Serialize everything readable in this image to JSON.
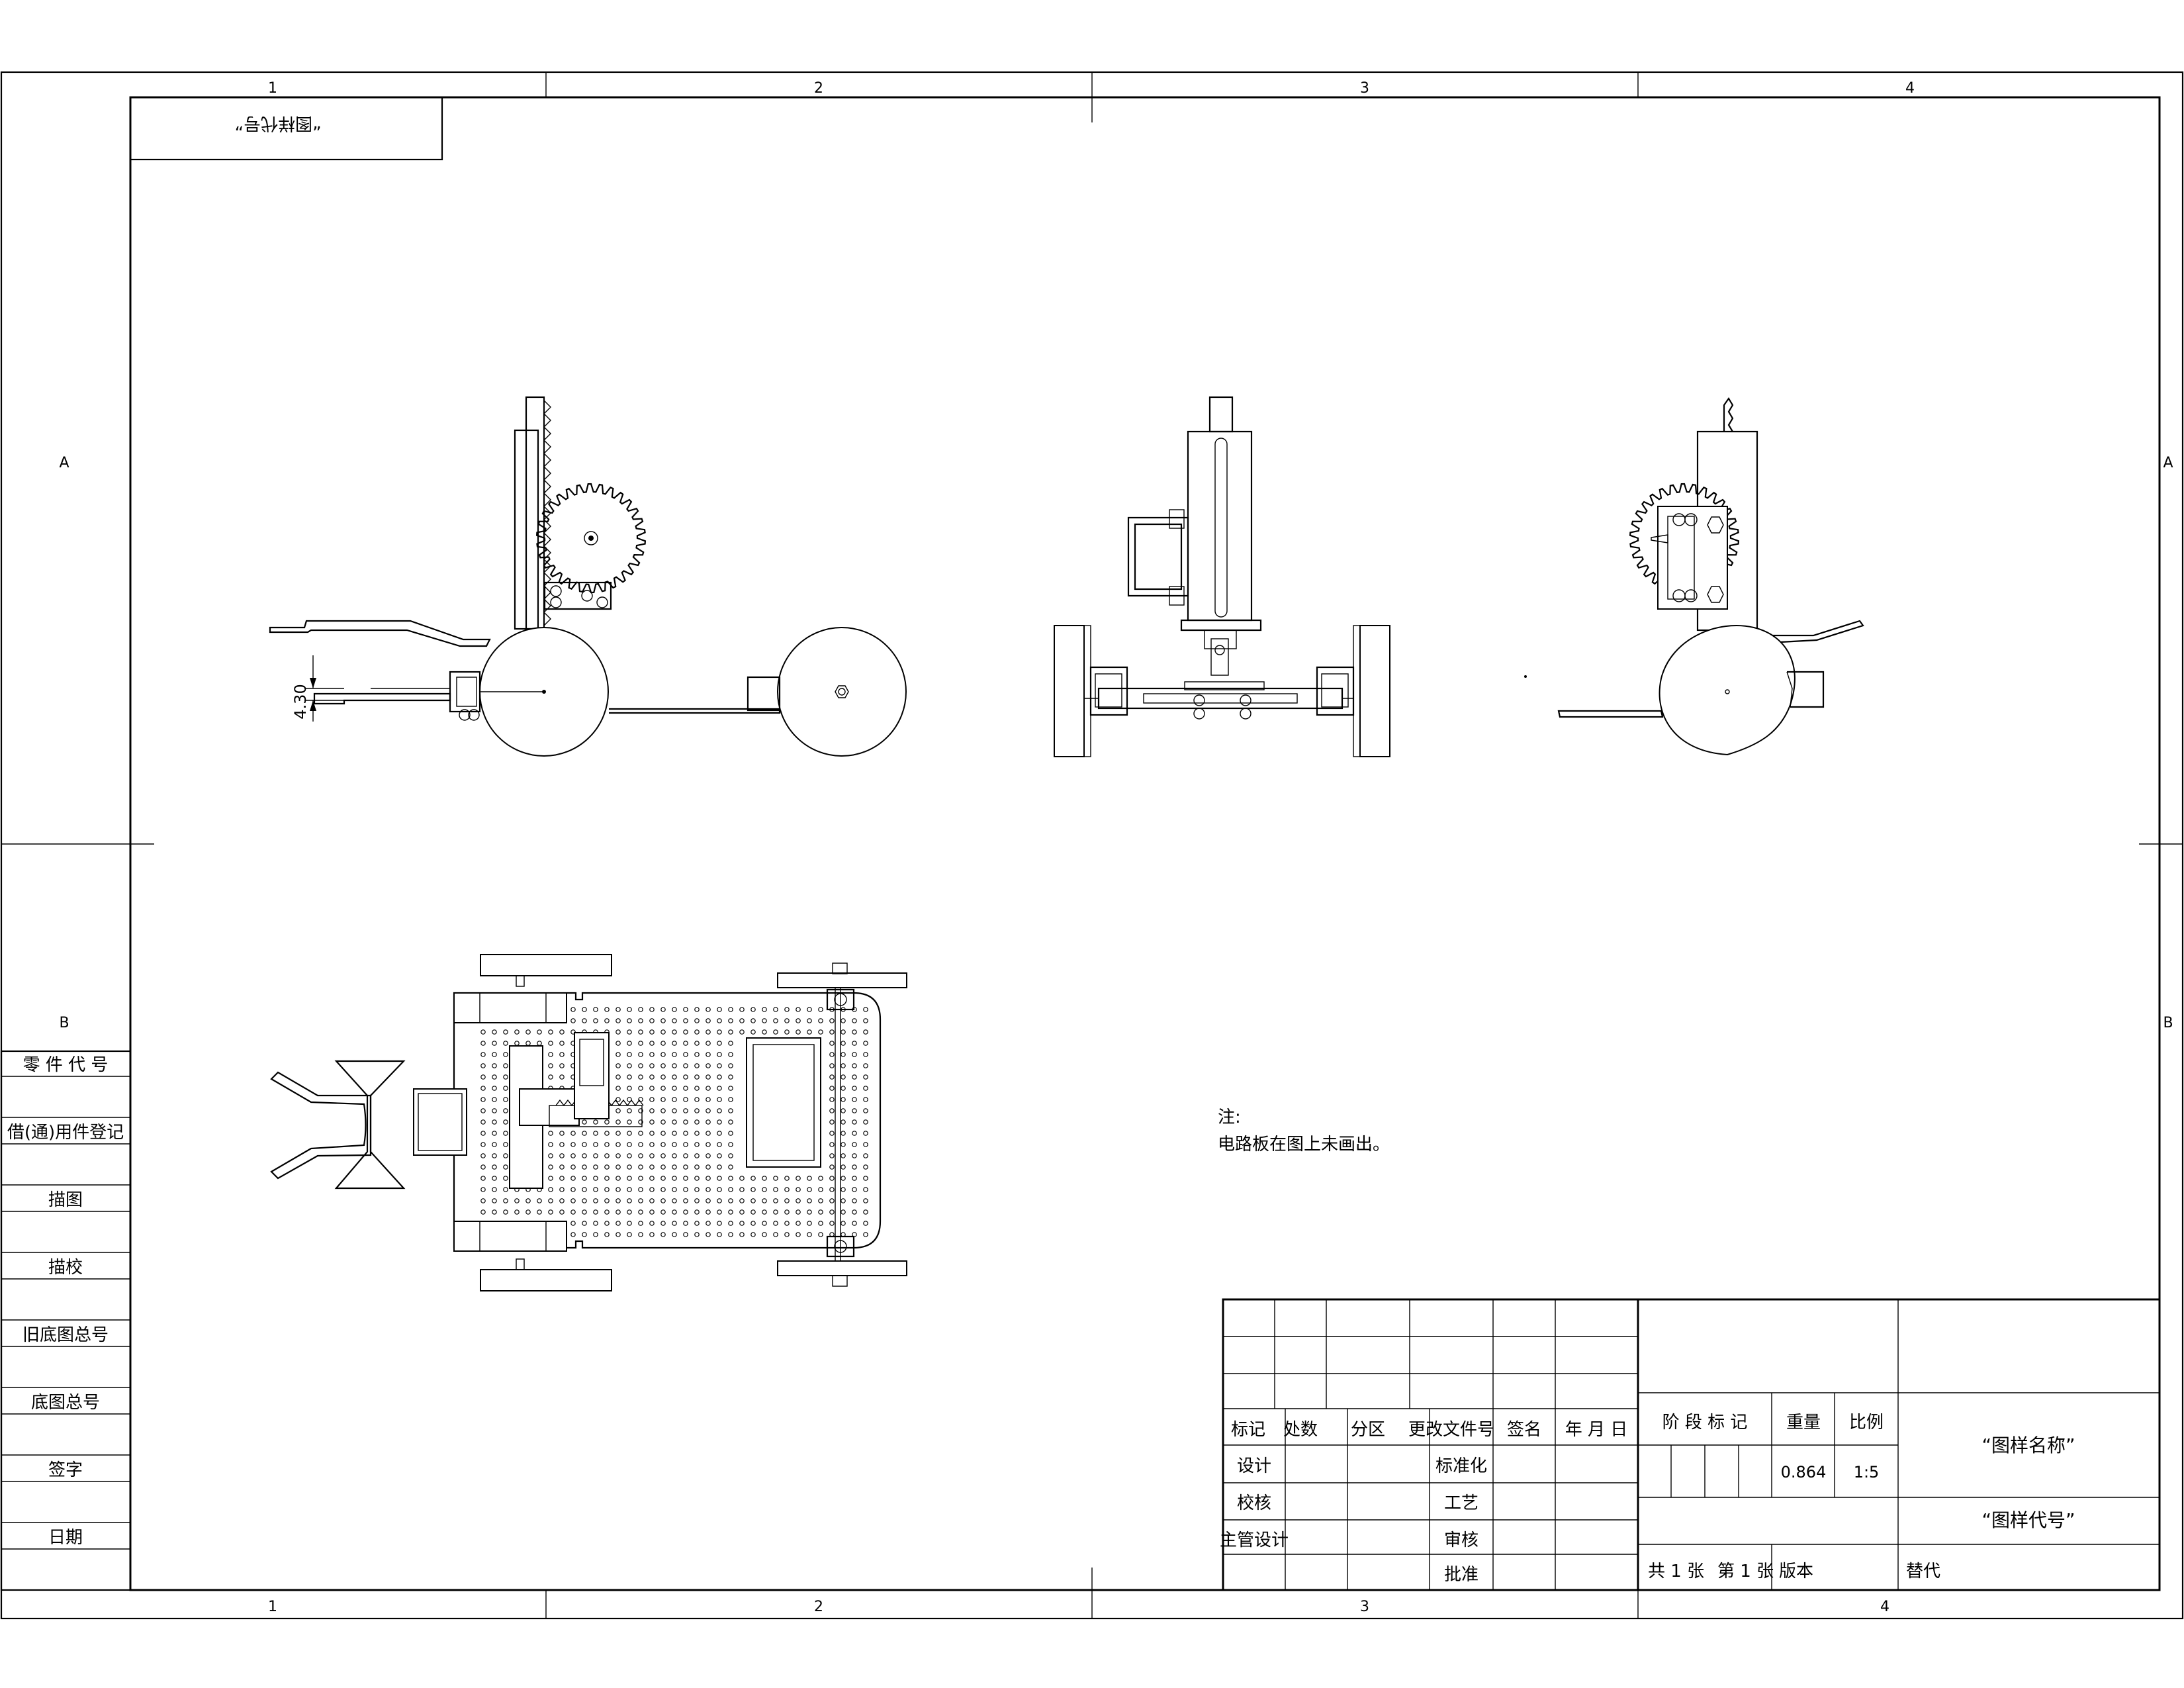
{
  "sheet": {
    "zones_top": [
      "1",
      "2",
      "3",
      "4"
    ],
    "zones_bottom": [
      "1",
      "2",
      "3",
      "4"
    ],
    "zones_left": [
      "A",
      "B"
    ],
    "zones_right": [
      "A",
      "B"
    ],
    "corner_label": "“图样代号”"
  },
  "left_column": {
    "rows": [
      "零 件 代 号",
      "借(通)用件登记",
      "描图",
      "描校",
      "旧底图总号",
      "底图总号",
      "签字",
      "日期"
    ]
  },
  "views": {
    "dimension": "4.30"
  },
  "notes": {
    "title": "注:",
    "line1": "电路板在图上未画出。"
  },
  "title_block": {
    "rev_headers": [
      "标记",
      "处数",
      "分区",
      "更改文件号",
      "签名",
      "年 月 日"
    ],
    "sign_left": [
      "设计",
      "校核",
      "主管设计"
    ],
    "sign_right": [
      "标准化",
      "工艺",
      "审核",
      "批准"
    ],
    "stage_label": "阶 段 标 记",
    "weight_label": "重量",
    "scale_label": "比例",
    "weight_value": "0.864",
    "scale_value": "1:5",
    "drawing_name": "“图样名称”",
    "drawing_code": "“图样代号”",
    "sheet_count": "共 1 张",
    "sheet_number": "第 1 张",
    "version_label": "版本",
    "replace_label": "替代"
  }
}
